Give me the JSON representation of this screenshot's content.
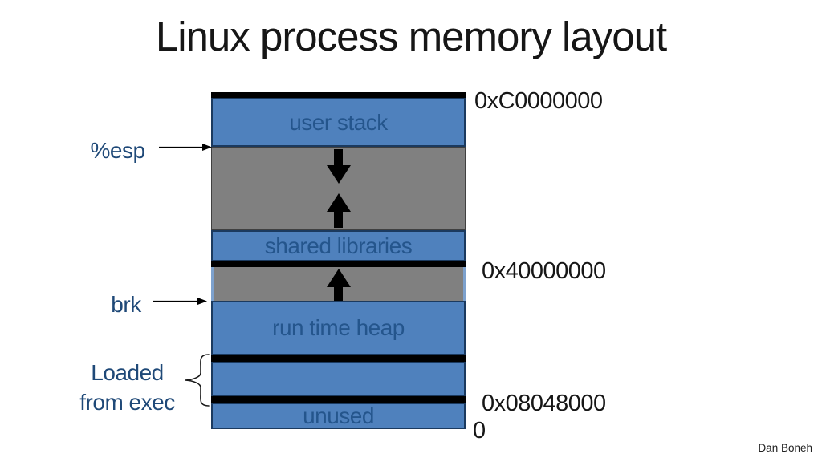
{
  "title": "Linux process memory layout",
  "credit": "Dan Boneh",
  "regions": {
    "user_stack": "user stack",
    "shared_libraries": "shared libraries",
    "run_time_heap": "run time heap",
    "unused": "unused"
  },
  "addresses": {
    "top": "0xC0000000",
    "shared": "0x40000000",
    "exec": "0x08048000",
    "zero": "0"
  },
  "pointers": {
    "esp": "%esp",
    "brk": "brk"
  },
  "brace_label": {
    "line1": "Loaded",
    "line2": "from exec"
  },
  "colors": {
    "region_blue": "#4f81bd",
    "region_gray": "#808080",
    "region_border": "#1b3a5f",
    "label_blue": "#1f4978",
    "bar_black": "#000000",
    "text_black": "#161616"
  }
}
